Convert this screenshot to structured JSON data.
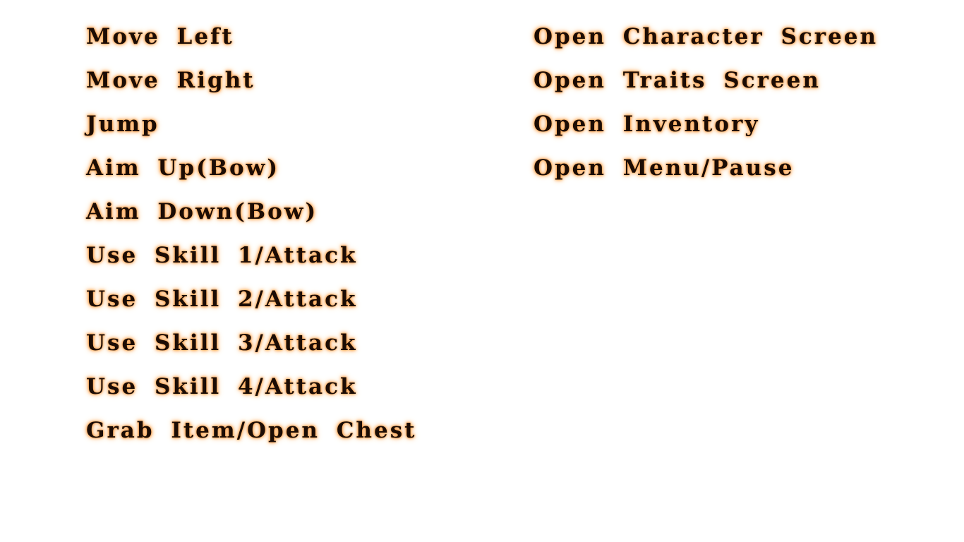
{
  "keybindings": {
    "left_column": [
      "Move Left",
      "Move Right",
      "Jump",
      "Aim Up(Bow)",
      "Aim Down(Bow)",
      "Use Skill 1/Attack",
      "Use Skill 2/Attack",
      "Use Skill 3/Attack",
      "Use Skill 4/Attack",
      "Grab Item/Open Chest"
    ],
    "right_column": [
      "Open Character Screen",
      "Open Traits Screen",
      "Open Inventory",
      "Open Menu/Pause"
    ]
  },
  "colors": {
    "text": "#1c0c04",
    "glow": "#ff9a3c",
    "background": "#ffffff"
  }
}
